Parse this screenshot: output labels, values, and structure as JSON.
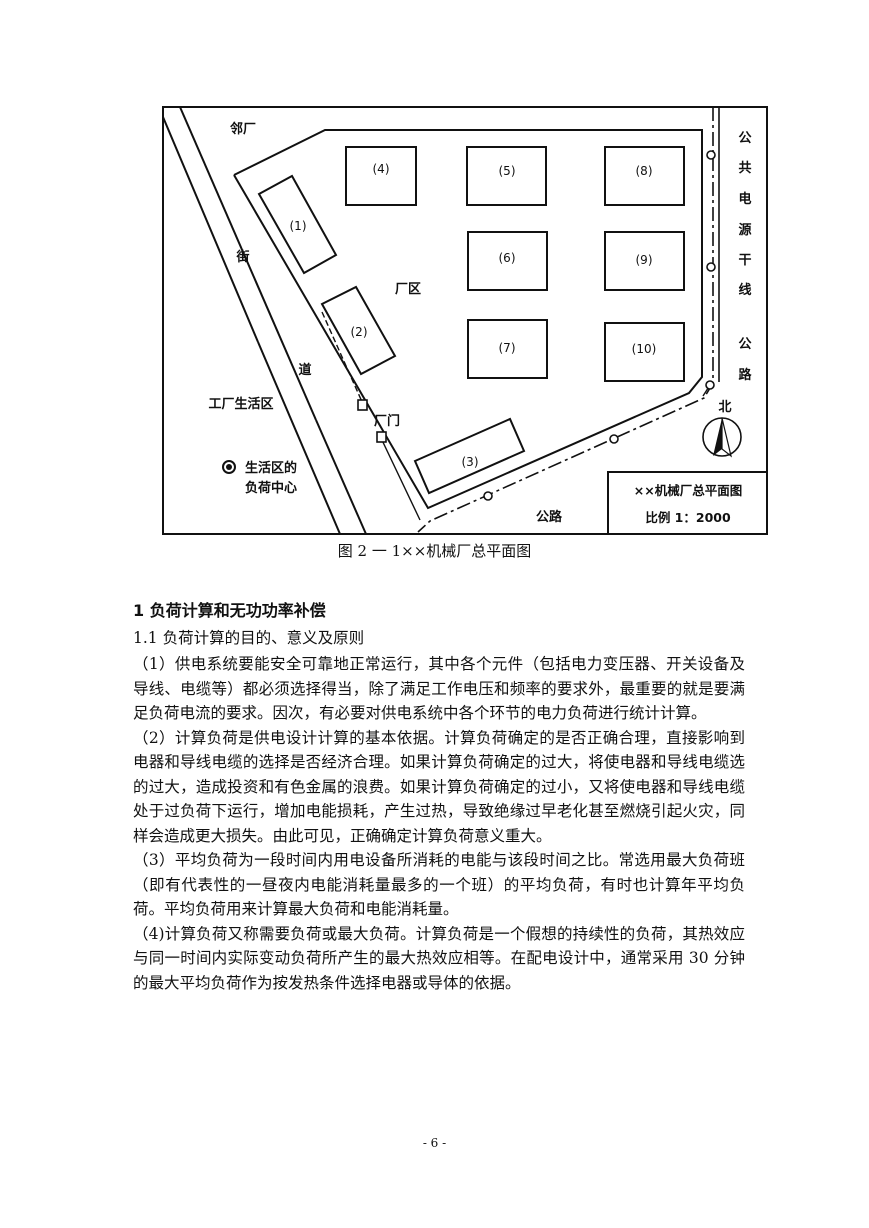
{
  "figure": {
    "labels": {
      "neighbor_factory": "邻厂",
      "street": "街",
      "road_char": "道",
      "factory_area": "厂区",
      "gate": "厂门",
      "living_area": "工厂生活区",
      "load_center_line1": "生活区的",
      "load_center_line2": "负荷中心",
      "power_line_chars": [
        "公",
        "共",
        "电",
        "源",
        "干",
        "线"
      ],
      "highway_right_chars": [
        "公",
        "路"
      ],
      "highway_bottom": "公路",
      "north": "北"
    },
    "buildings": [
      "(1)",
      "(2)",
      "(3)",
      "(4)",
      "(5)",
      "(6)",
      "(7)",
      "(8)",
      "(9)",
      "(10)"
    ],
    "title_box": {
      "title": "××机械厂总平面图",
      "scale": "比例 1：2000"
    },
    "caption": "图 2 一 1××机械厂总平面图"
  },
  "section": {
    "heading": "1 负荷计算和无功功率补偿",
    "subheading": "1.1  负荷计算的目的、意义及原则"
  },
  "paragraphs": [
    "（1）供电系统要能安全可靠地正常运行，其中各个元件（包括电力变压器、开关设备及导线、电缆等）都必须选择得当，除了满足工作电压和频率的要求外，最重要的就是要满足负荷电流的要求。因次，有必要对供电系统中各个环节的电力负荷进行统计计算。",
    "（2）计算负荷是供电设计计算的基本依据。计算负荷确定的是否正确合理，直接影响到电器和导线电缆的选择是否经济合理。如果计算负荷确定的过大，将使电器和导线电缆选的过大，造成投资和有色金属的浪费。如果计算负荷确定的过小，又将使电器和导线电缆处于过负荷下运行，增加电能损耗，产生过热，导致绝缘过早老化甚至燃烧引起火灾，同样会造成更大损失。由此可见，正确确定计算负荷意义重大。",
    "（3）平均负荷为一段时间内用电设备所消耗的电能与该段时间之比。常选用最大负荷班（即有代表性的一昼夜内电能消耗量最多的一个班）的平均负荷，有时也计算年平均负荷。平均负荷用来计算最大负荷和电能消耗量。",
    "（4)计算负荷又称需要负荷或最大负荷。计算负荷是一个假想的持续性的负荷，其热效应与同一时间内实际变动负荷所产生的最大热效应相等。在配电设计中，通常采用 30 分钟的最大平均负荷作为按发热条件选择电器或导体的依据。"
  ],
  "page_number": "- 6 -"
}
